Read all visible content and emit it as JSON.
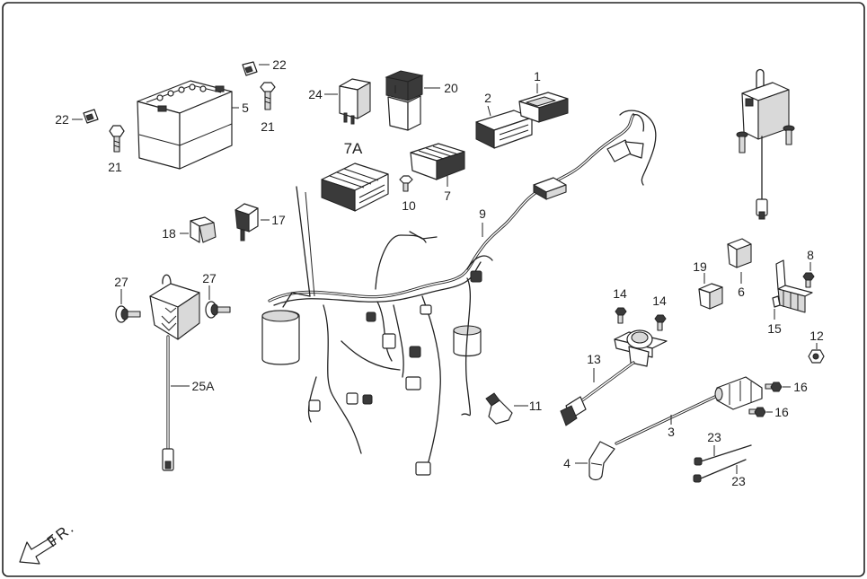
{
  "callouts": [
    "22",
    "24",
    "20",
    "1",
    "2",
    "5",
    "21",
    "22",
    "21",
    "7A",
    "7",
    "10",
    "9",
    "17",
    "18",
    "27",
    "27",
    "25A",
    "19",
    "8",
    "6",
    "14",
    "14",
    "15",
    "12",
    "13",
    "16",
    "16",
    "11",
    "3",
    "23",
    "4",
    "23"
  ],
  "direction_label": "FR.",
  "colors": {
    "line": "#222222",
    "background": "#ffffff",
    "shade": "#d9d9d9"
  }
}
